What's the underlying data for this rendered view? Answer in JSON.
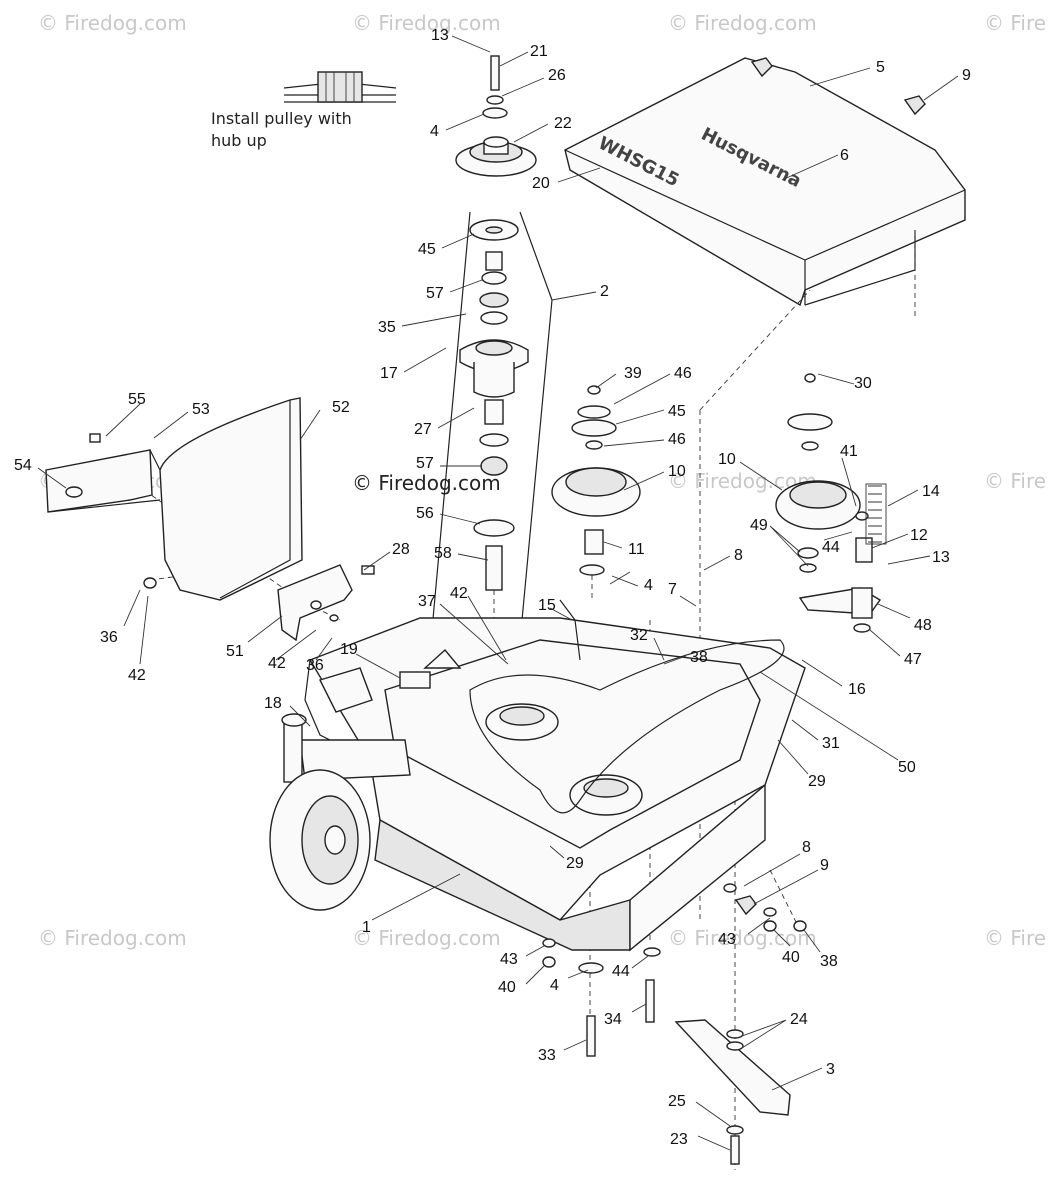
{
  "install_note": {
    "line1": "Install pulley with",
    "line2": "hub up"
  },
  "watermarks": {
    "faint": "© Firedog.com",
    "faint_cut": "© Fire",
    "main": "© Firedog.com"
  },
  "cover_text": {
    "brand": "Husqvarna",
    "model": "WHSG15"
  },
  "callouts": [
    "13",
    "21",
    "26",
    "4",
    "22",
    "20",
    "5",
    "9",
    "6",
    "45",
    "2",
    "57",
    "35",
    "17",
    "27",
    "57",
    "10",
    "56",
    "58",
    "39",
    "46",
    "45",
    "46",
    "55",
    "53",
    "52",
    "54",
    "28",
    "51",
    "42",
    "36",
    "36",
    "42",
    "37",
    "42",
    "15",
    "19",
    "4",
    "7",
    "8",
    "32",
    "38",
    "11",
    "30",
    "41",
    "10",
    "49",
    "44",
    "12",
    "13",
    "14",
    "48",
    "47",
    "16",
    "31",
    "29",
    "50",
    "18",
    "29",
    "1",
    "8",
    "9",
    "43",
    "40",
    "38",
    "43",
    "40",
    "4",
    "44",
    "34",
    "33",
    "24",
    "3",
    "25",
    "23"
  ]
}
